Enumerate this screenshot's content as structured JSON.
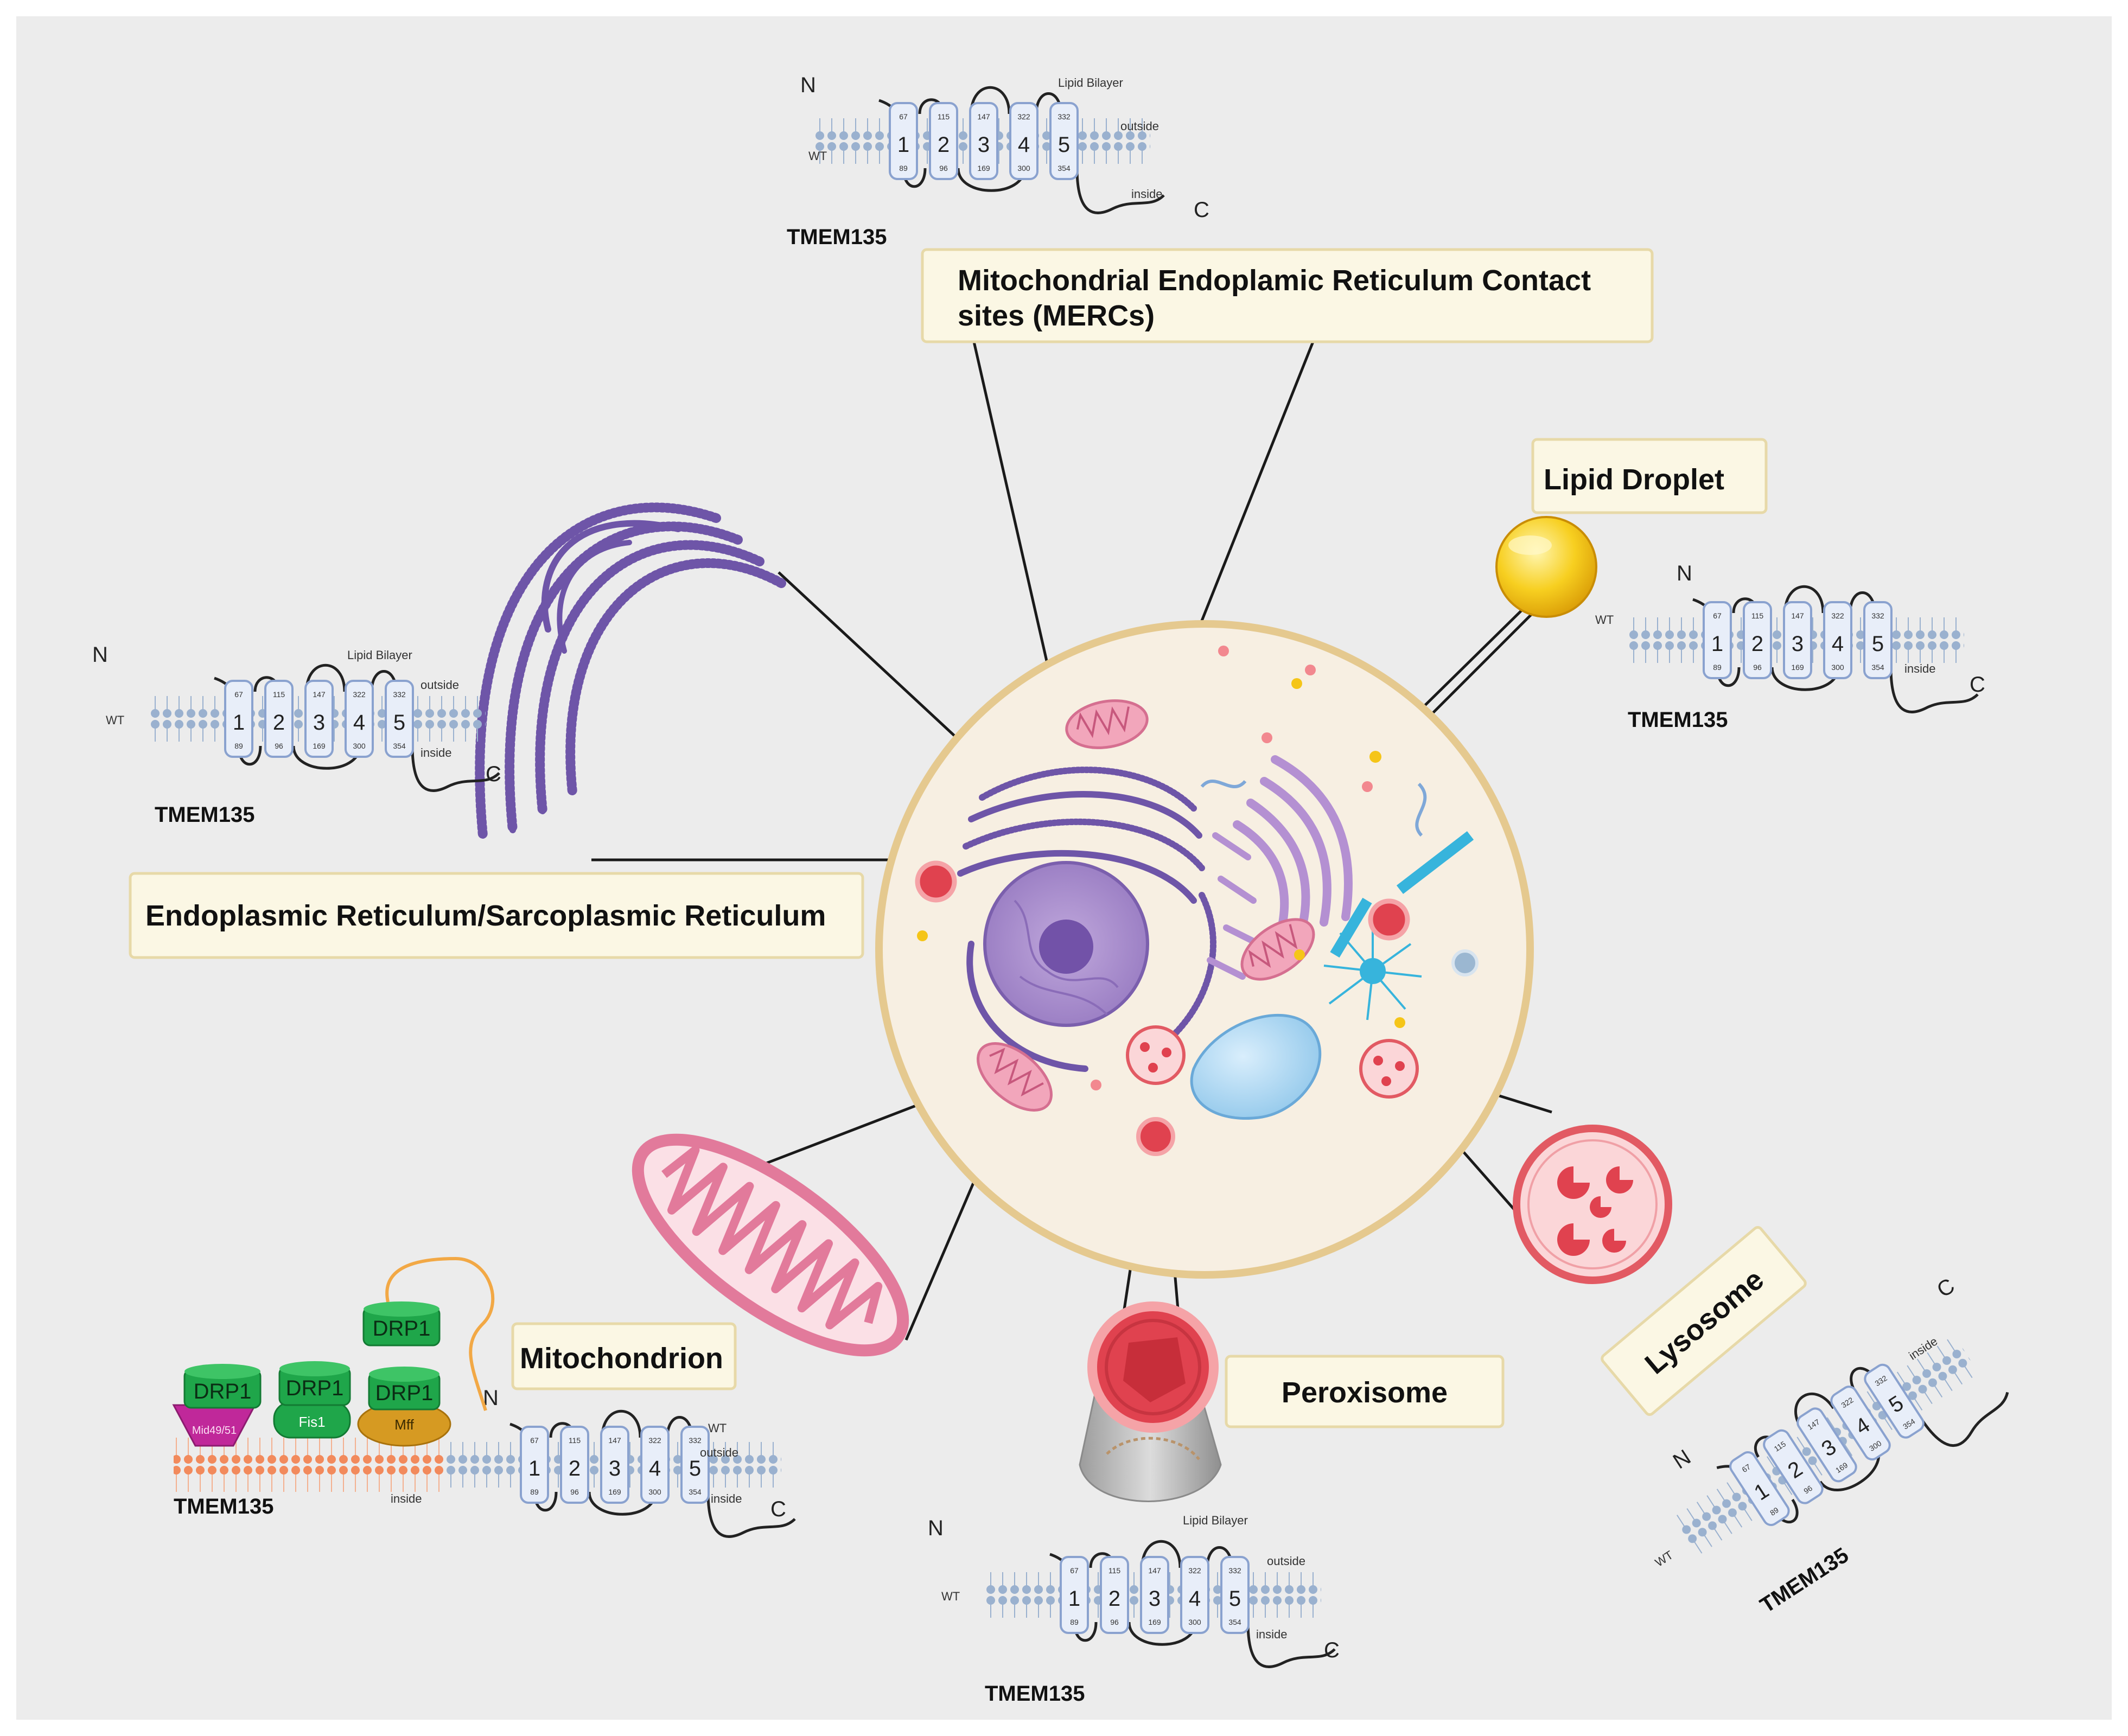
{
  "callouts": {
    "mercs_line1": "Mitochondrial Endoplamic Reticulum Contact",
    "mercs_line2": "sites (MERCs)",
    "lipid_droplet": "Lipid Droplet",
    "er_sr": "Endoplasmic Reticulum/Sarcoplasmic Reticulum",
    "mitochondrion": "Mitochondrion",
    "peroxisome": "Peroxisome",
    "lysosome": "Lysosome"
  },
  "topology": {
    "protein": "TMEM135",
    "variant": "WT",
    "n_term": "N",
    "c_term": "C",
    "bilayer": "Lipid Bilayer",
    "outside": "outside",
    "inside": "inside",
    "helices": [
      {
        "num": "1",
        "top": "67",
        "bottom": "89"
      },
      {
        "num": "2",
        "top": "115",
        "bottom": "96"
      },
      {
        "num": "3",
        "top": "147",
        "bottom": "169"
      },
      {
        "num": "4",
        "top": "322",
        "bottom": "300"
      },
      {
        "num": "5",
        "top": "332",
        "bottom": "354"
      }
    ]
  },
  "fission": {
    "drp1": "DRP1",
    "mid": "Mid49/51",
    "fis1": "Fis1",
    "mff": "Mff"
  },
  "colors": {
    "background": "#ececec",
    "callout_fill": "#fbf7e4",
    "callout_border": "#e7d9a8",
    "cell_fill": "#f7efe2",
    "cell_border": "#e5c98f",
    "er_purple": "#6e55a8",
    "nucleus": "#a68cc8",
    "mito_pink": "#e889a6",
    "lysosome_red": "#e0424f",
    "lipid_yellow": "#f5c518",
    "helix_fill": "#e8eef9",
    "helix_stroke": "#8aa2cf",
    "drp1_green": "#1fa64a",
    "mff_orange": "#d69a22",
    "mid_magenta": "#c0289a"
  }
}
